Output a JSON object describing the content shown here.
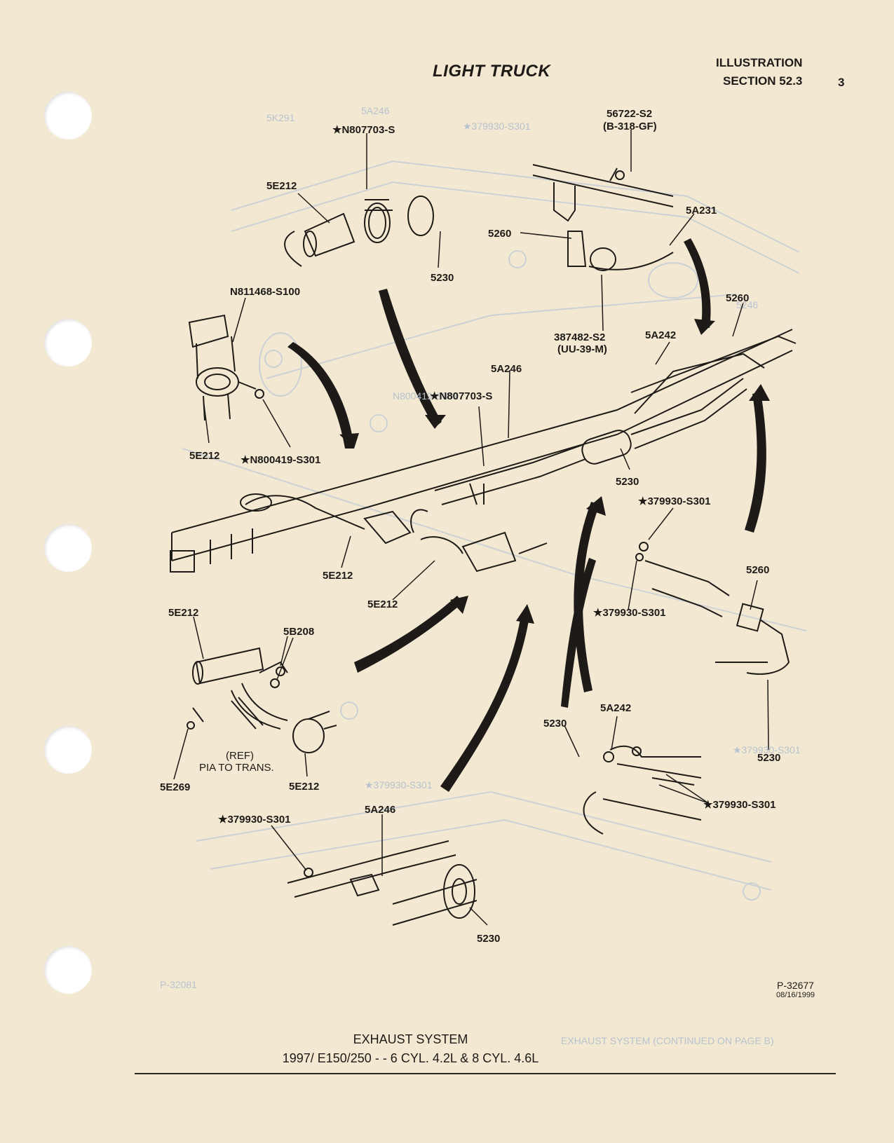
{
  "header": {
    "title": "LIGHT TRUCK",
    "illustration": "ILLUSTRATION",
    "section": "SECTION 52.3",
    "page_number": "3"
  },
  "labels": {
    "n807703_top": "★N807703-S",
    "e5212_top": "5E212",
    "p5230_top": "5230",
    "s56722": "56722-S2",
    "b318": "(B-318-GF)",
    "a5231": "5A231",
    "p5260_top": "5260",
    "s387482": "387482-S2",
    "uu39": "(UU-39-M)",
    "p5260_right": "5260",
    "a5242_right": "5A242",
    "n811468": "N811468-S100",
    "e5212_left": "5E212",
    "n800419": "★N800419-S301",
    "a5246_mid": "5A246",
    "n807703_mid": "★N807703-S",
    "p5230_mid": "5230",
    "s379930_a": "★379930-S301",
    "e5212_center": "5E212",
    "e5212_center2": "5E212",
    "s379930_b": "★379930-S301",
    "p5260_lower": "5260",
    "e5212_lowleft": "5E212",
    "b5208": "5B208",
    "ref": "(REF)",
    "pia": "PIA TO TRANS.",
    "e5269": "5E269",
    "e5212_bottom": "5E212",
    "a5242_lower": "5A242",
    "p5230_lower": "5230",
    "s379930_c": "★379930-S301",
    "p5230_right": "5230",
    "s379930_d": "★379930-S301",
    "a5246_bottom": "5A246",
    "p5230_bottom": "5230"
  },
  "ref_number": "P-32677",
  "ref_date": "08/16/1999",
  "caption": {
    "line1": "EXHAUST SYSTEM",
    "line2": "1997/ E150/250 - - 6 CYL. 4.2L & 8 CYL. 4.6L"
  },
  "colors": {
    "paper": "#f3e9d2",
    "ink": "#1d1a17",
    "ghost": "#b7c2cf"
  }
}
